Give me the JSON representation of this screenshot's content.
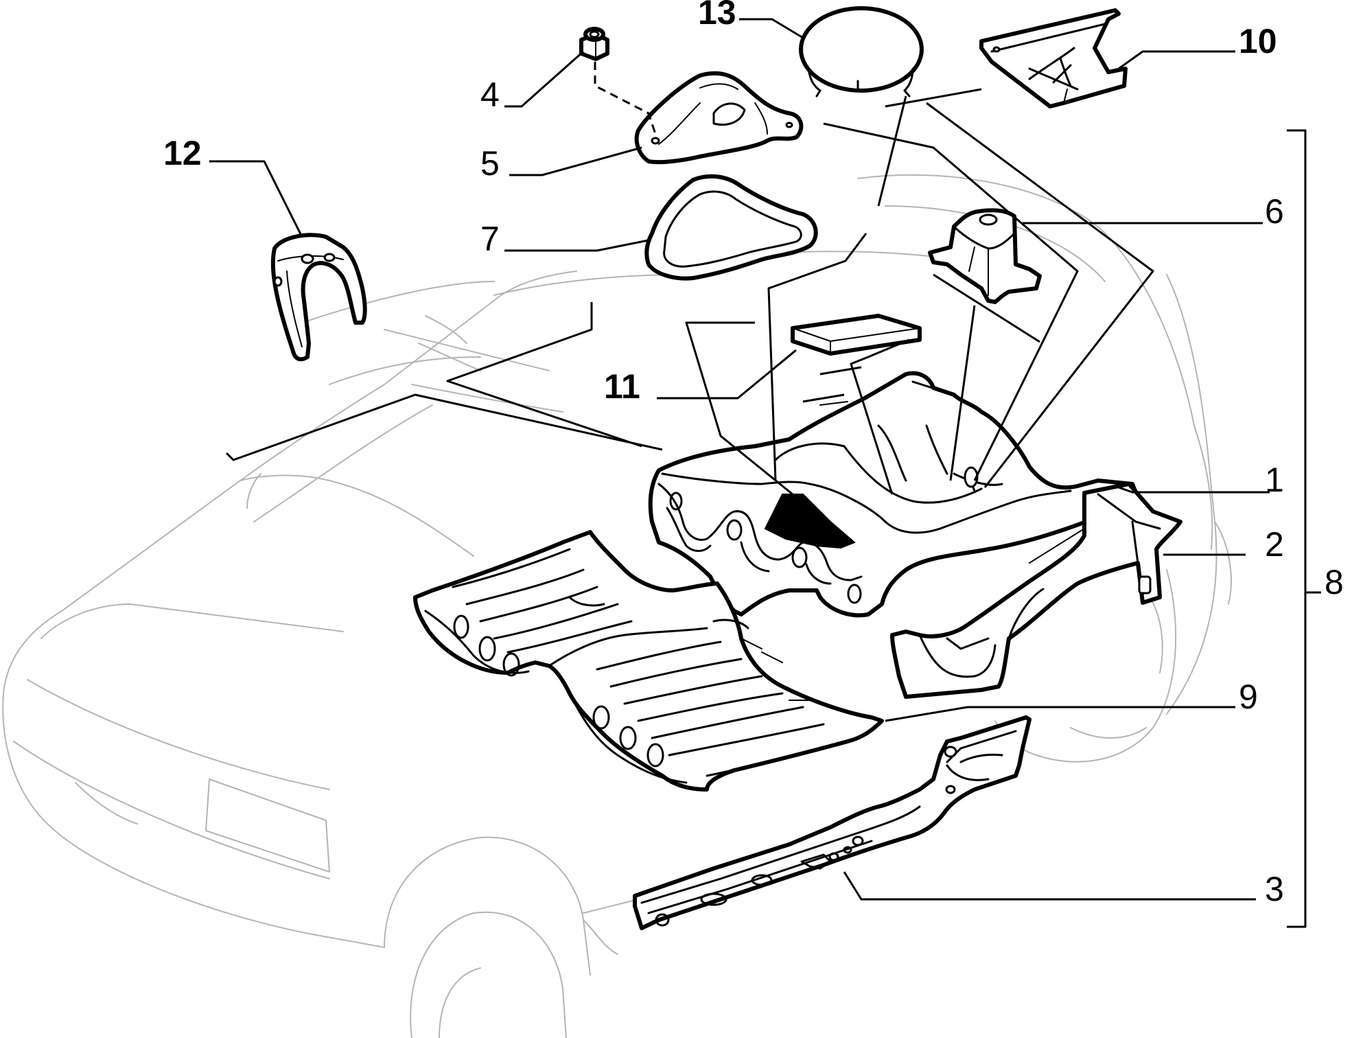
{
  "callouts": {
    "c1": "1",
    "c2": "2",
    "c3": "3",
    "c4": "4",
    "c5": "5",
    "c6": "6",
    "c7": "7",
    "c8": "8",
    "c9": "9",
    "c10": "10",
    "c11": "11",
    "c12": "12",
    "c13": "13"
  },
  "colors": {
    "ink": "#000000",
    "ghost_outline": "#b4b4b4",
    "background": "#ffffff"
  }
}
